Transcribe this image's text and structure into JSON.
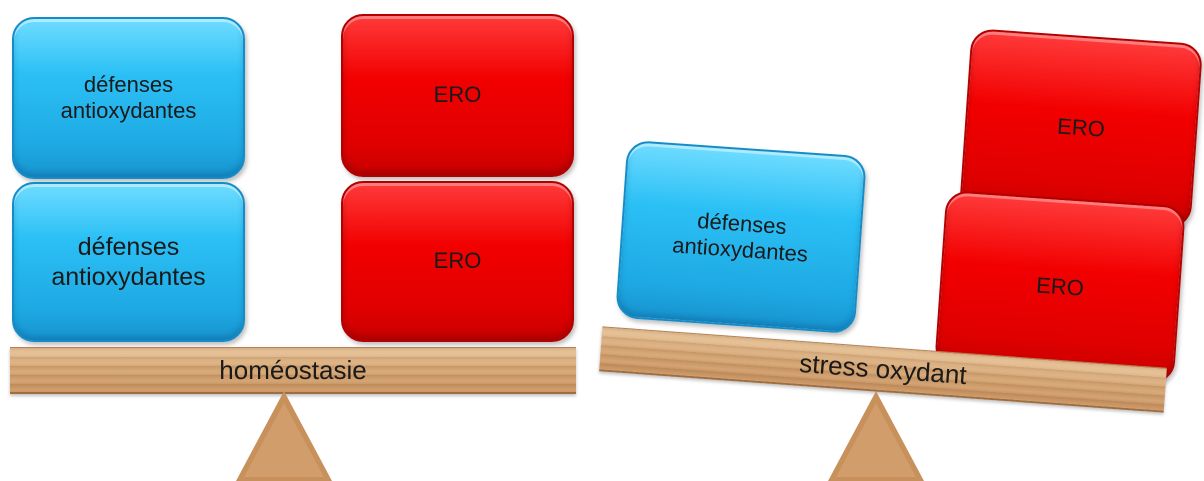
{
  "left_scale": {
    "blocks": [
      {
        "text": "défenses\nantioxydantes",
        "color": "#1ea9e3"
      },
      {
        "text": "défenses\nantioxydantes",
        "color": "#1ea9e3"
      },
      {
        "text": "ERO",
        "color": "#f20000"
      },
      {
        "text": "ERO",
        "color": "#f20000"
      }
    ],
    "beam_label": "homéostasie"
  },
  "right_scale": {
    "blocks": [
      {
        "text": "défenses\nantioxydantes",
        "color": "#1ea9e3"
      },
      {
        "text": "ERO",
        "color": "#f20000"
      },
      {
        "text": "ERO",
        "color": "#f20000"
      }
    ],
    "beam_label": "stress oxydant"
  }
}
